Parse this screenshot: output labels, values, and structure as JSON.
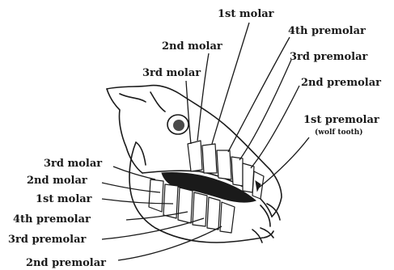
{
  "upper_labels": [
    {
      "id": "1st-molar",
      "text": "1st molar"
    },
    {
      "id": "2nd-molar",
      "text": "2nd molar"
    },
    {
      "id": "3rd-molar",
      "text": "3rd molar"
    },
    {
      "id": "4th-premolar",
      "text": "4th premolar"
    },
    {
      "id": "3rd-premolar",
      "text": "3rd premolar"
    },
    {
      "id": "2nd-premolar",
      "text": "2nd premolar"
    },
    {
      "id": "1st-premolar",
      "text": "1st premolar",
      "note": "(wolf tooth)"
    }
  ],
  "lower_labels": [
    {
      "id": "3rd-molar",
      "text": "3rd molar"
    },
    {
      "id": "2nd-molar",
      "text": "2nd molar"
    },
    {
      "id": "1st-molar",
      "text": "1st molar"
    },
    {
      "id": "4th-premolar",
      "text": "4th premolar"
    },
    {
      "id": "3rd-premolar",
      "text": "3rd premolar"
    },
    {
      "id": "2nd-premolar",
      "text": "2nd premolar"
    }
  ]
}
